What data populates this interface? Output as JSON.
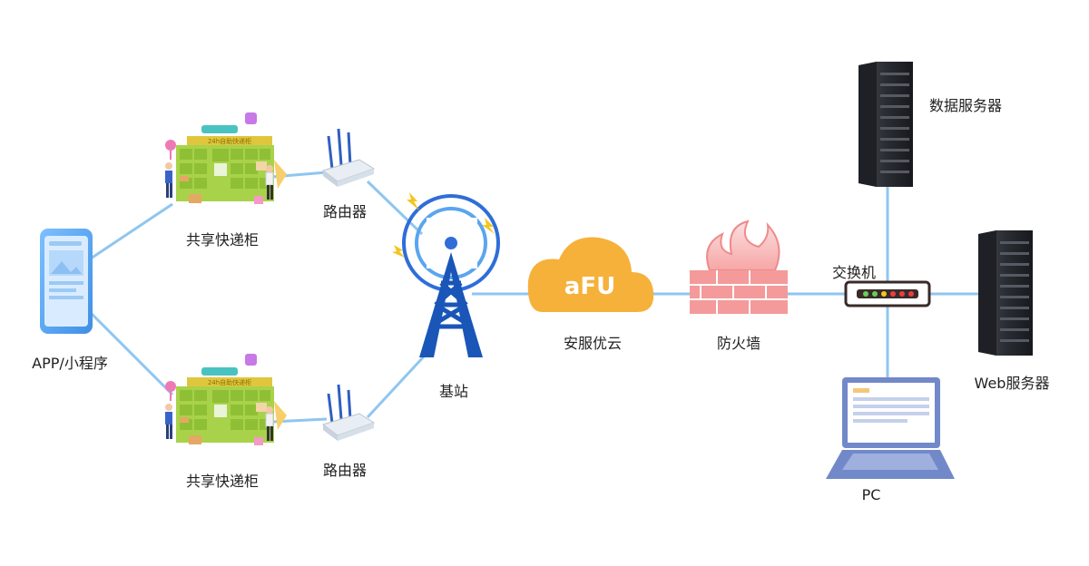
{
  "labels": {
    "app": "APP/小程序",
    "locker_top": "共享快递柜",
    "locker_bottom": "共享快递柜",
    "router_top": "路由器",
    "router_bottom": "路由器",
    "base_station": "基站",
    "cloud": "安服优云",
    "firewall": "防火墙",
    "switch": "交换机",
    "db_server": "数据服务器",
    "web_server": "Web服务器",
    "pc": "PC"
  },
  "cloud_logo": "aFU",
  "locker_banner": "24h自助快递柜",
  "colors": {
    "link": "#8fc6f0",
    "cloud": "#f6b13a",
    "firewall": "#f49a9a",
    "tower": "#1a56b8",
    "locker": "#a8d24a",
    "server": "#2e3138",
    "laptop": "#7289c9",
    "phone": "#5aa5ef"
  }
}
